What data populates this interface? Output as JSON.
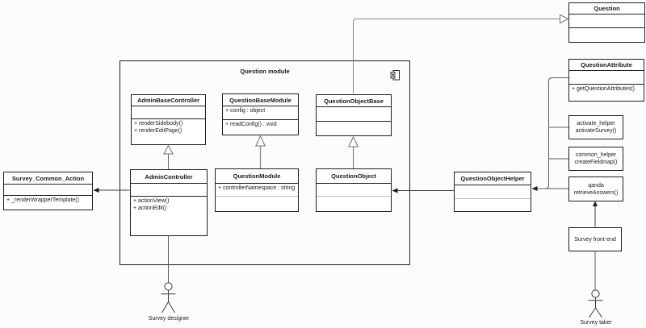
{
  "module": {
    "label": "Question module"
  },
  "classes": {
    "admin_base_controller": {
      "name": "AdminBaseController",
      "attributes": [],
      "methods": [
        "+ renderSidebody()",
        "+ renderEditPage()"
      ]
    },
    "question_base_module": {
      "name": "QuestionBaseModule",
      "attributes": [
        "+ config : object"
      ],
      "methods": [
        "+ readConfig() : void"
      ]
    },
    "question_object_base": {
      "name": "QuestionObjectBase",
      "attributes": [],
      "methods": []
    },
    "admin_controller": {
      "name": "AdminController",
      "attributes": [],
      "methods": [
        "+ actionView()",
        "+ actionEdit()"
      ]
    },
    "question_module": {
      "name": "QuestionModule",
      "attributes": [
        "+ controllerNamespace : string"
      ],
      "methods": []
    },
    "question_object": {
      "name": "QuestionObject",
      "attributes": [],
      "methods": []
    },
    "question_object_helper": {
      "name": "QuestionObjectHelper",
      "attributes": [],
      "methods": []
    },
    "survey_common_action": {
      "name": "Survey_Common_Action",
      "attributes": [],
      "methods": [
        "+ _renderWrapperTemplate()"
      ]
    },
    "question": {
      "name": "Question",
      "attributes": [],
      "methods": []
    },
    "question_attribute": {
      "name": "QuestionAttribute",
      "attributes": [],
      "methods": [
        "+ getQuestionAttributes()"
      ]
    }
  },
  "notes": {
    "activate_helper": {
      "line1": "activate_helper",
      "line2": "activateSurvey()"
    },
    "common_helper": {
      "line1": "common_helper",
      "line2": "createFieldmap()"
    },
    "qanda": {
      "line1": "qanda",
      "line2": "retrieveAnswers()"
    },
    "survey_frontend": {
      "line1": "Survey front-end"
    }
  },
  "actors": {
    "survey_designer": {
      "label": "Survey designer"
    },
    "survey_taker": {
      "label": "Survey taker"
    }
  },
  "icons": {
    "module_marker": "uml-component-icon"
  },
  "colors": {
    "background": "#fcfcfc",
    "box_fill": "#ffffff",
    "box_border": "#1f1f1f",
    "connector": "#6e6e6e",
    "arrowhead_fill": "#1a1a1a",
    "light_divider": "#bdbdbd"
  }
}
